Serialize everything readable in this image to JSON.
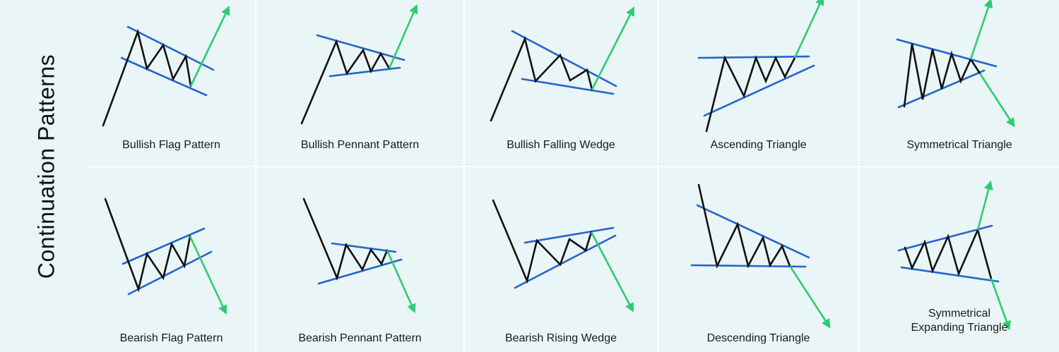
{
  "side_title": "Continuation Patterns",
  "colors": {
    "price": "#111111",
    "trendline": "#2464cc",
    "arrow": "#2ecc71",
    "background": "#e9f5f6"
  },
  "patterns": [
    {
      "label": [
        "Bullish Flag Pattern"
      ],
      "direction": "up"
    },
    {
      "label": [
        "Bullish Pennant Pattern"
      ],
      "direction": "up"
    },
    {
      "label": [
        "Bullish Falling Wedge"
      ],
      "direction": "up"
    },
    {
      "label": [
        "Ascending Triangle"
      ],
      "direction": "up"
    },
    {
      "label": [
        "Symmetrical Triangle"
      ],
      "direction": "up-and-down"
    },
    {
      "label": [
        "Bearish Flag Pattern"
      ],
      "direction": "down"
    },
    {
      "label": [
        "Bearish Pennant Pattern"
      ],
      "direction": "down"
    },
    {
      "label": [
        "Bearish Rising Wedge"
      ],
      "direction": "down"
    },
    {
      "label": [
        "Descending Triangle"
      ],
      "direction": "down"
    },
    {
      "label": [
        "Symmetrical",
        "Expanding Triangle"
      ],
      "direction": "up-and-down"
    }
  ]
}
